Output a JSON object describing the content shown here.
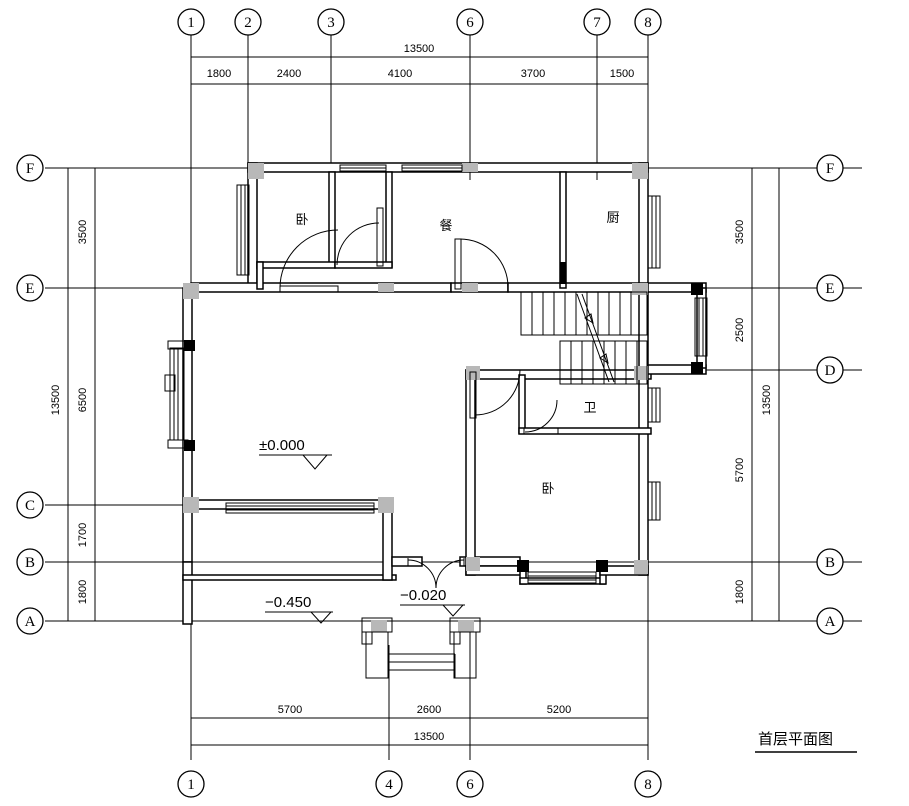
{
  "drawing": {
    "title": "首层平面图",
    "title_en_hint": "first-floor-plan"
  },
  "grids": {
    "top_bubbles": [
      "1",
      "2",
      "3",
      "6",
      "7",
      "8"
    ],
    "bottom_bubbles": [
      "1",
      "4",
      "6",
      "8"
    ],
    "left_bubbles": [
      "F",
      "E",
      "C",
      "B",
      "A"
    ],
    "right_bubbles": [
      "F",
      "E",
      "D",
      "B",
      "A"
    ]
  },
  "dimensions": {
    "top_total": "13500",
    "top_chain": [
      "1800",
      "2400",
      "4100",
      "3700",
      "1500"
    ],
    "bottom_total": "13500",
    "bottom_chain": [
      "5700",
      "2600",
      "5200"
    ],
    "left_total": "13500",
    "left_chain": [
      "3500",
      "6500",
      "1700",
      "1800"
    ],
    "right_total": "13500",
    "right_chain": [
      "3500",
      "2500",
      "5700",
      "1800"
    ]
  },
  "rooms": [
    {
      "label": "卧",
      "name": "bedroom-upper-left"
    },
    {
      "label": "餐",
      "name": "dining-room"
    },
    {
      "label": "厨",
      "name": "kitchen"
    },
    {
      "label": "卫",
      "name": "bathroom"
    },
    {
      "label": "卧",
      "name": "bedroom-lower-right"
    }
  ],
  "elevations": [
    {
      "value": "±0.000",
      "name": "elevation-main-floor"
    },
    {
      "value": "−0.450",
      "name": "elevation-terrace"
    },
    {
      "value": "−0.020",
      "name": "elevation-entry"
    }
  ],
  "chart_data": {
    "type": "table",
    "title": "首层平面图",
    "xlabel": "",
    "ylabel": "",
    "categories": [
      "1-2",
      "2-3",
      "3-6",
      "6-7",
      "7-8"
    ],
    "values": [
      1800,
      2400,
      4100,
      3700,
      1500
    ],
    "series": [
      {
        "name": "top-horizontal-chain",
        "categories": [
          "1-2",
          "2-3",
          "3-6",
          "6-7",
          "7-8"
        ],
        "values": [
          1800,
          2400,
          4100,
          3700,
          1500
        ],
        "total": 13500
      },
      {
        "name": "bottom-horizontal-chain",
        "categories": [
          "1-4",
          "4-6",
          "6-8"
        ],
        "values": [
          5700,
          2600,
          5200
        ],
        "total": 13500
      },
      {
        "name": "left-vertical-chain",
        "categories": [
          "F-E",
          "E-C",
          "C-B",
          "B-A"
        ],
        "values": [
          3500,
          6500,
          1700,
          1800
        ],
        "total": 13500
      },
      {
        "name": "right-vertical-chain",
        "categories": [
          "F-E",
          "E-D",
          "D-B",
          "B-A"
        ],
        "values": [
          3500,
          2500,
          5700,
          1800
        ],
        "total": 13500
      }
    ]
  }
}
